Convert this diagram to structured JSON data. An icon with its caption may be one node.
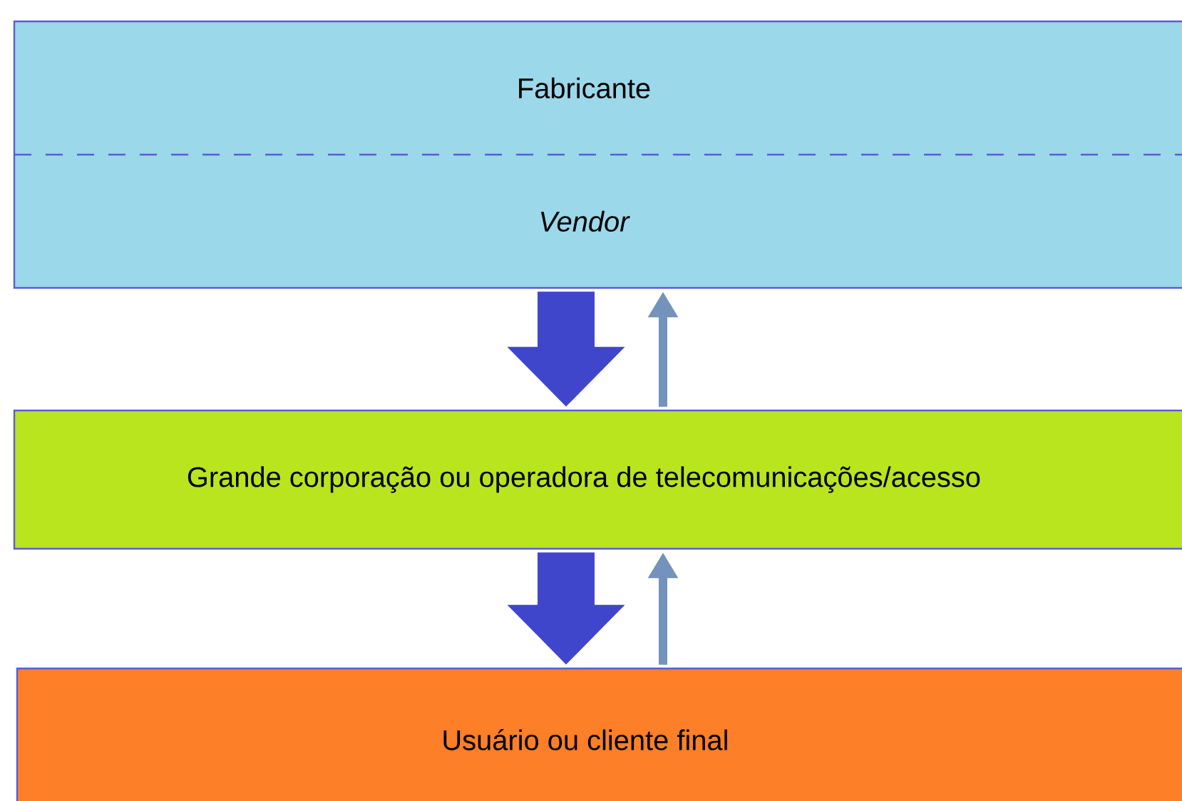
{
  "diagram": {
    "nodes": [
      {
        "text": [
          "Fabricante",
          "Vendor"
        ]
      },
      {
        "text": [
          "Grande corporação ou operadora de telecomunicações/acesso"
        ]
      },
      {
        "text": [
          "Usuário ou cliente final"
        ]
      }
    ],
    "edges": [
      {
        "from": 0,
        "to": 1,
        "arrow": "to",
        "style": "thick",
        "color": "#4046cc"
      },
      {
        "from": 1,
        "to": 0,
        "arrow": "to",
        "color": "#7393bd"
      },
      {
        "from": 1,
        "to": 2,
        "arrow": "to",
        "style": "thick",
        "color": "#4046cc"
      },
      {
        "from": 2,
        "to": 1,
        "arrow": "to",
        "color": "#7393bd"
      }
    ]
  }
}
